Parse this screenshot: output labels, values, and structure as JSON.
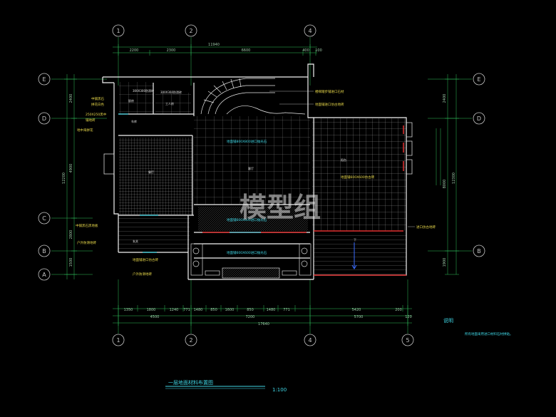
{
  "grid_top": [
    "1",
    "2",
    "4"
  ],
  "grid_bottom": [
    "1",
    "2",
    "4",
    "5"
  ],
  "grid_left": [
    "E",
    "D",
    "C",
    "B",
    "A"
  ],
  "grid_right": [
    "E",
    "D",
    "B"
  ],
  "dims_top_total": "11940",
  "dims_top": [
    "2200",
    "2300",
    "6600",
    "400",
    "100"
  ],
  "dims_bottom_row1": [
    "1350",
    "1800",
    "1240",
    "771",
    "1480",
    "850",
    "1600",
    "850",
    "1480",
    "771",
    "5420",
    "200"
  ],
  "dims_bottom_row2": [
    "4500",
    "7200",
    "5700",
    "120"
  ],
  "dims_bottom_total": "17640",
  "dims_left_outer": "12200",
  "dims_left_inner": [
    "2400",
    "4900",
    "2800",
    "1500"
  ],
  "dims_right_inner": [
    "2400",
    "8000",
    "1900"
  ],
  "dims_right_outer": "12300",
  "rooms": {
    "r1": "300X300防滑砖",
    "r2": "300X300防滑砖",
    "r3": "厨房",
    "r4": "工人房",
    "r5": "餐厅",
    "r6": "客厅",
    "r7": "阳台",
    "r8": "车库",
    "r9": "玄关"
  },
  "notes_left": [
    "中铺黑石",
    "拼花白色",
    "250X250黑中",
    "铺地砖",
    "地中海拼花",
    "中铺黑石黑地板",
    "户外防滑地砖"
  ],
  "notes_center": [
    "地面铺800X800进口抛光石",
    "地面铺600X600进口抛光石",
    "地面铺600X600进口抛光石",
    "地面铺进口仿古砖"
  ],
  "notes_right": [
    "楼梯踏步铺进口石材",
    "地面铺进口仿古地砖",
    "地面铺600X600仿古砖",
    "进口仿古地砖",
    "户外防滑地砖"
  ],
  "stair_label": "下",
  "explain_title": "说明",
  "explain_text": "所有地面采用进口材料石材拼贴。",
  "drawing_title": "一层地面材料布置图",
  "scale": "1:100",
  "watermark": "模型组"
}
